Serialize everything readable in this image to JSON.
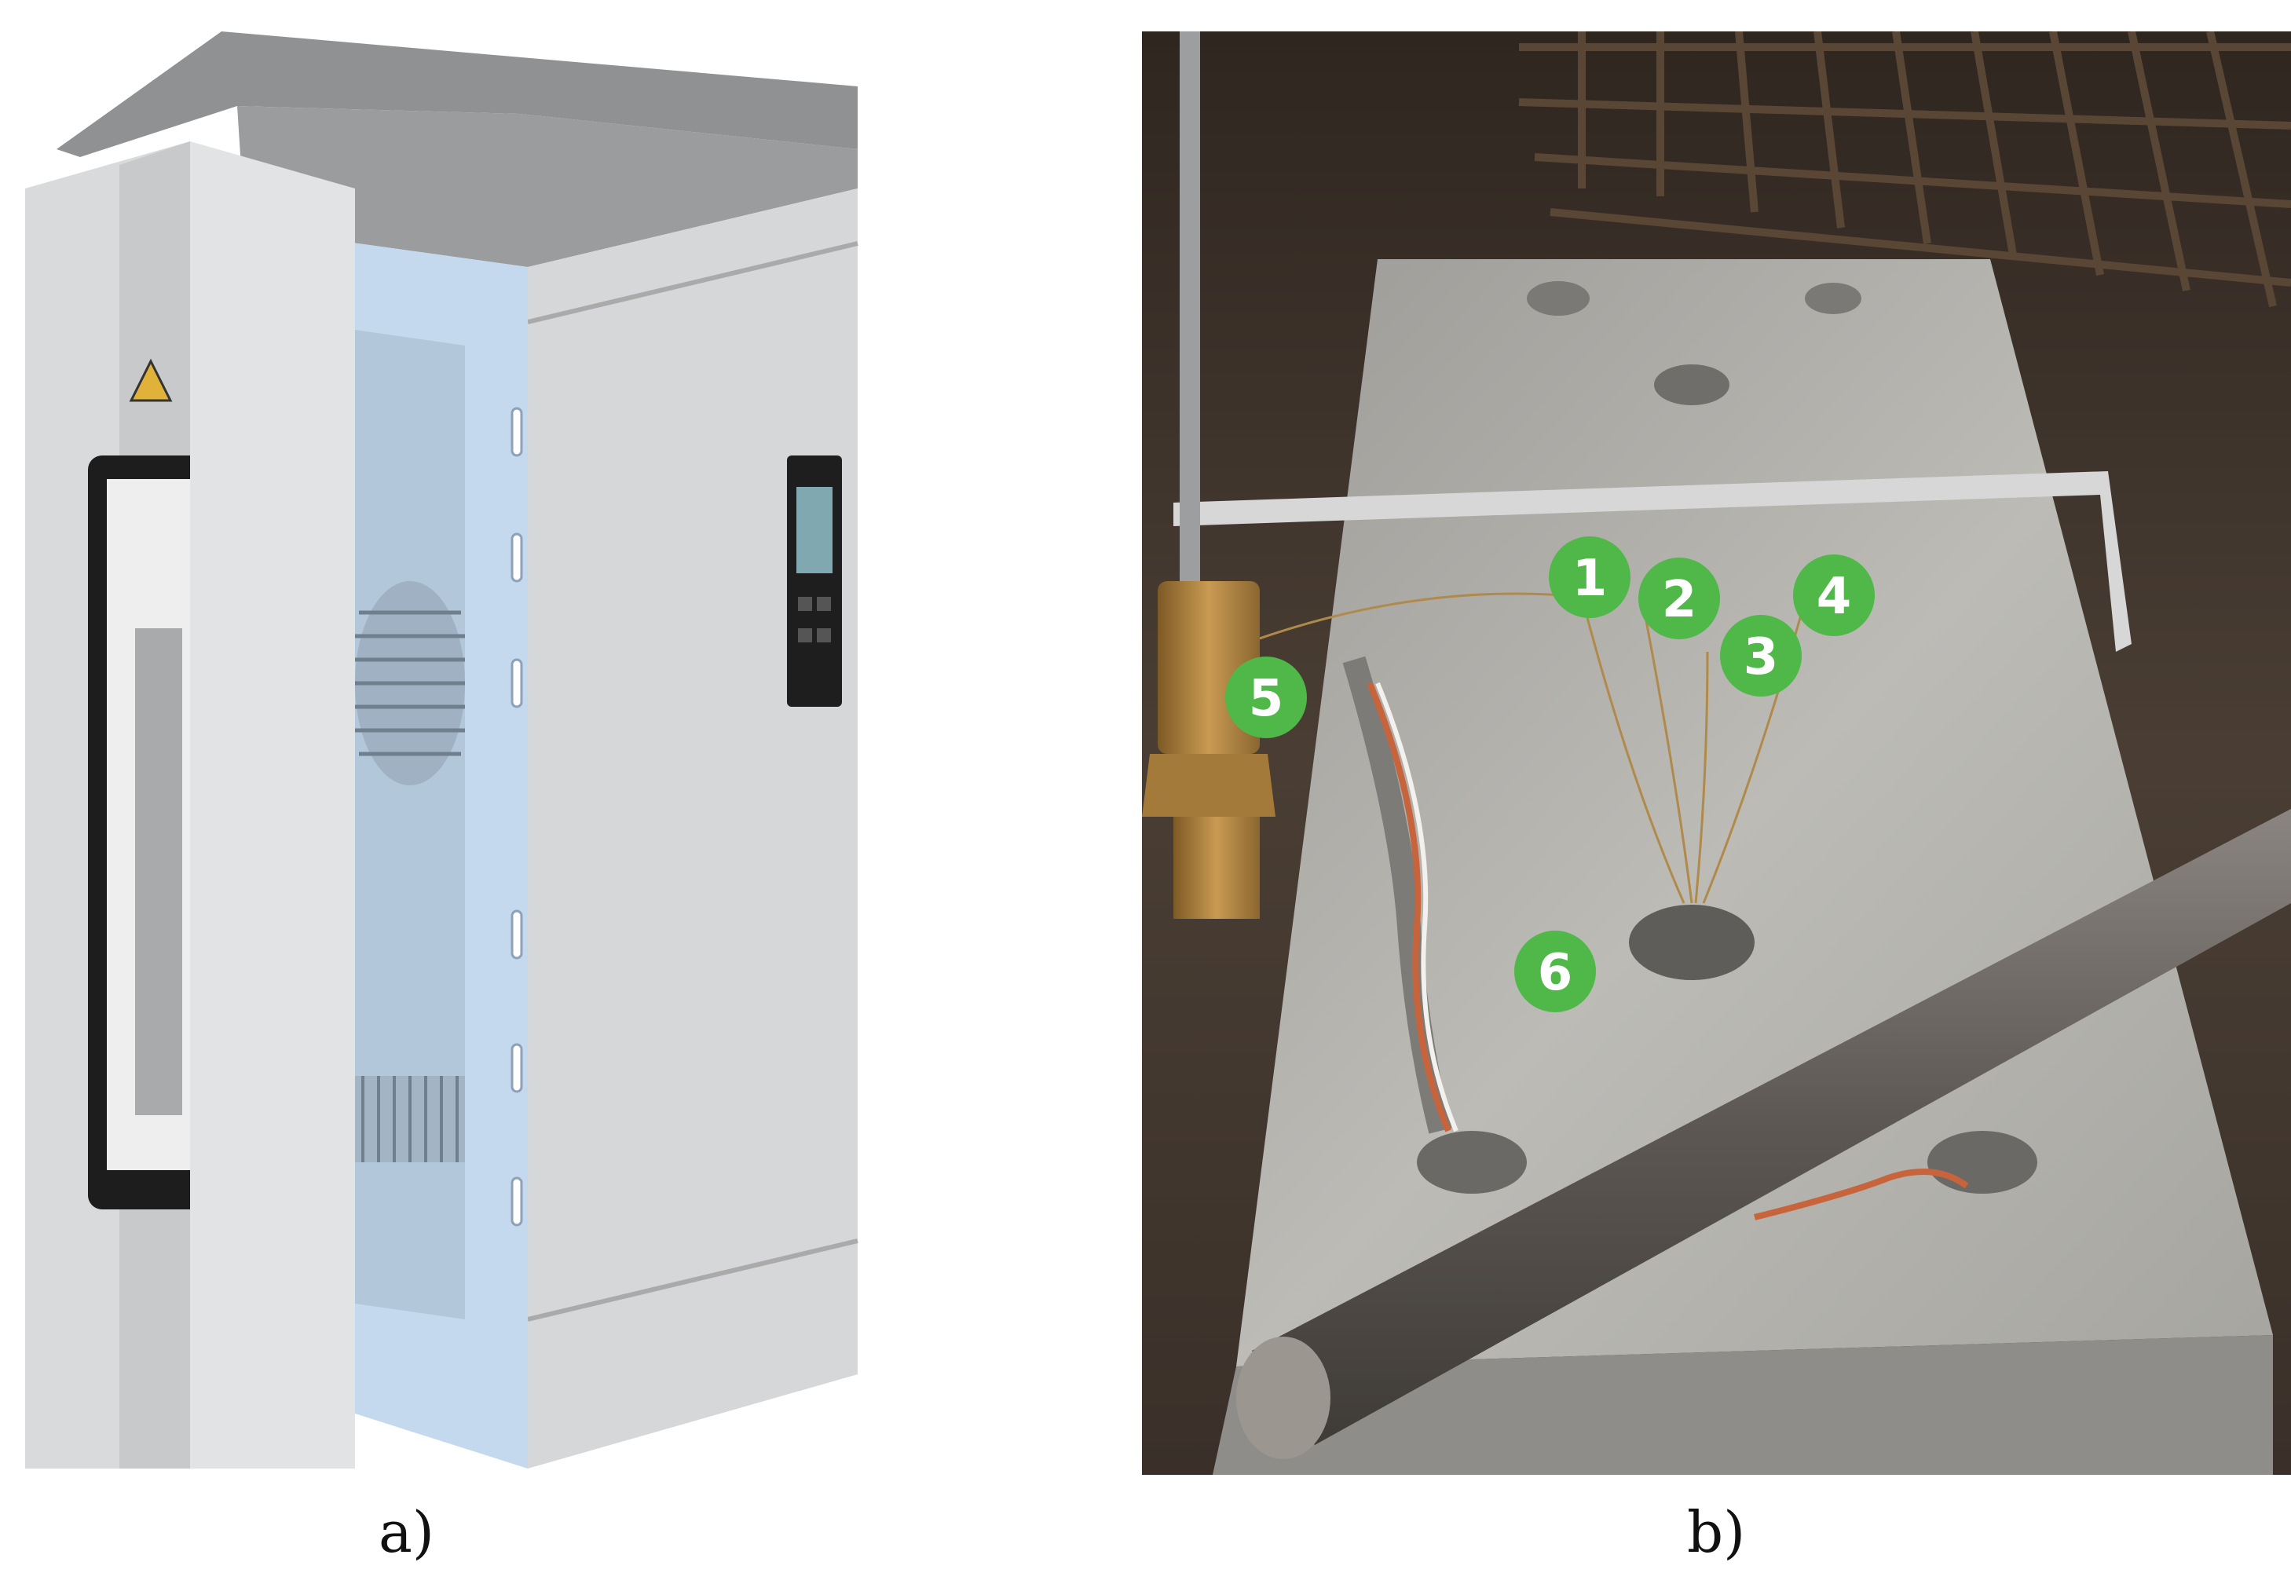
{
  "captions": {
    "a": "a)",
    "b": "b)"
  },
  "markers": [
    {
      "id": "1",
      "label": "1"
    },
    {
      "id": "2",
      "label": "2"
    },
    {
      "id": "3",
      "label": "3"
    },
    {
      "id": "4",
      "label": "4"
    },
    {
      "id": "5",
      "label": "5"
    },
    {
      "id": "6",
      "label": "6"
    }
  ],
  "colors": {
    "marker_fill": "#4fb848",
    "marker_text": "#ffffff",
    "cabinet_grey": "#d9dadb",
    "cabinet_interior": "#c9dcef",
    "aluminium_plate": "#b7b6b1",
    "brass_fitting": "#b58a45"
  }
}
